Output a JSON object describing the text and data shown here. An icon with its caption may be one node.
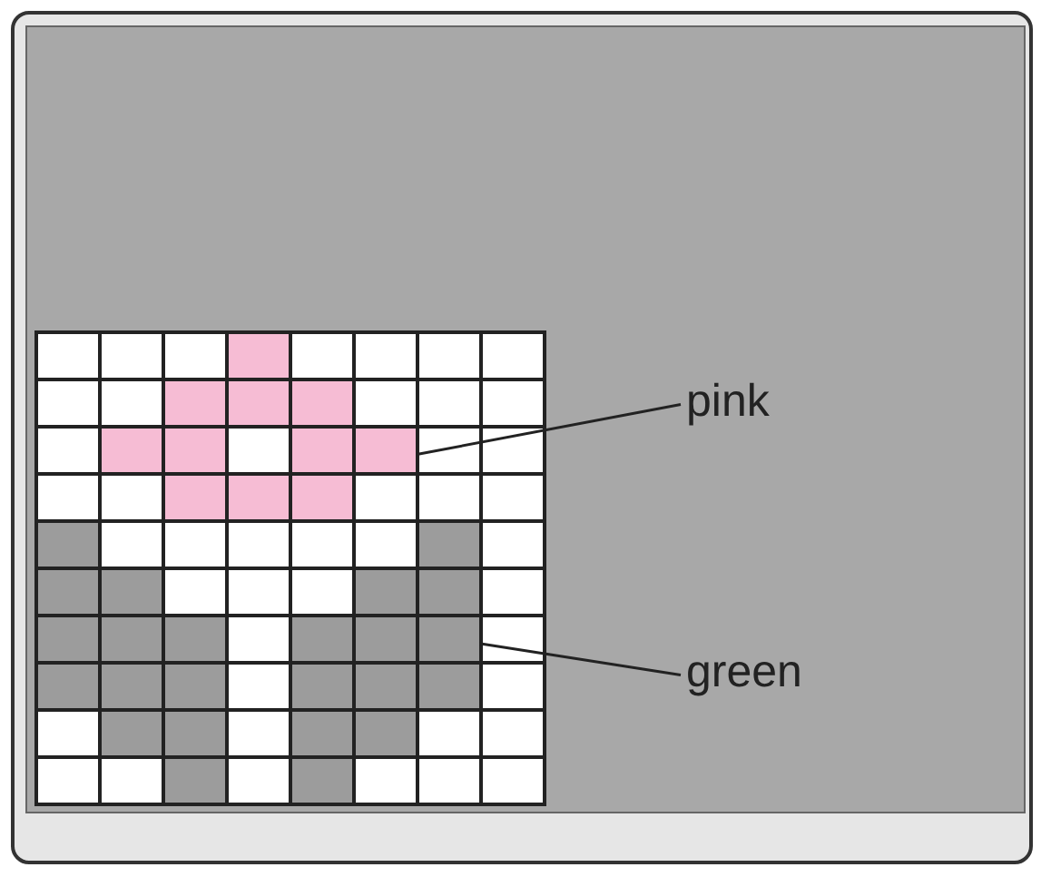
{
  "diagram": {
    "nodes": [
      {
        "text": [
          "pink"
        ]
      },
      {
        "text": [
          "green"
        ]
      },
      {
        "text": [],
        "shape": "box"
      },
      {
        "text": [],
        "shape": "box"
      }
    ],
    "edges": [
      {
        "from": 0,
        "to": 2,
        "arrow": "none"
      },
      {
        "from": 1,
        "to": 3,
        "arrow": "none"
      }
    ]
  }
}
